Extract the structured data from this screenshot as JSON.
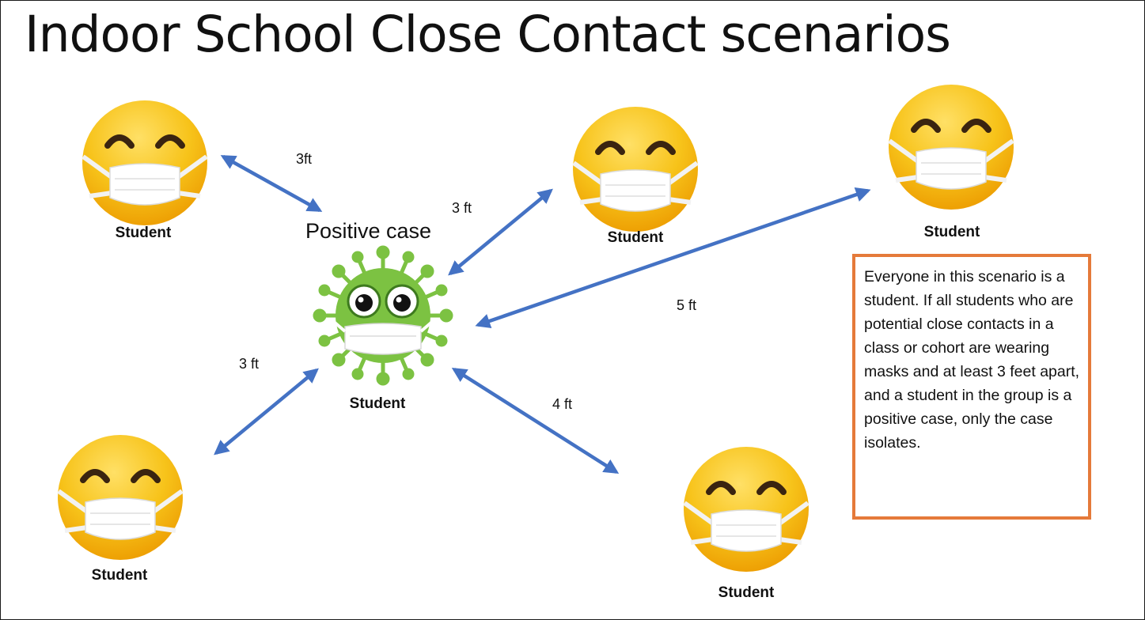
{
  "title": "Indoor School Close Contact scenarios",
  "positive_case_label": "Positive case",
  "students": [
    {
      "label": "Student"
    },
    {
      "label": "Student"
    },
    {
      "label": "Student"
    },
    {
      "label": "Student"
    },
    {
      "label": "Student"
    },
    {
      "label": "Student"
    }
  ],
  "distances": [
    {
      "label": "3ft"
    },
    {
      "label": "3 ft"
    },
    {
      "label": "5 ft"
    },
    {
      "label": "3 ft"
    },
    {
      "label": "4 ft"
    }
  ],
  "note": "Everyone in this scenario is a student. If all students who are potential close contacts in a class or cohort are wearing masks and at least 3 feet apart, and a student in the group is a positive case, only the case isolates.",
  "colors": {
    "arrow": "#4472c4",
    "note_border": "#e57a3a",
    "face": "#f5b301",
    "virus": "#7cc242"
  },
  "icons": [
    "masked-face-icon",
    "virus-icon"
  ]
}
